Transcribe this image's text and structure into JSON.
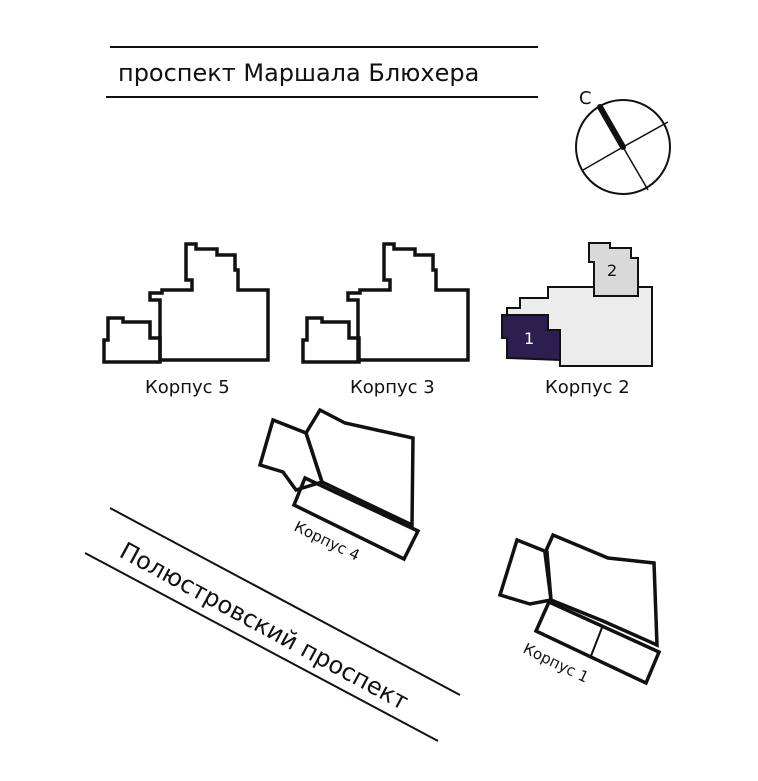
{
  "streets": {
    "top": "проспект Маршала Блюхера",
    "diagonal": "Полюстровский проспект"
  },
  "compass": {
    "north_label": "С"
  },
  "buildings": [
    {
      "label": "Корпус 5"
    },
    {
      "label": "Корпус 3"
    },
    {
      "label": "Корпус 2",
      "sections": [
        "1",
        "2"
      ],
      "section_1_color": "#2a1f4e",
      "section_2_color": "#d9d9d9",
      "base_color": "#ececec"
    },
    {
      "label": "Корпус 4"
    },
    {
      "label": "Корпус 1"
    }
  ]
}
